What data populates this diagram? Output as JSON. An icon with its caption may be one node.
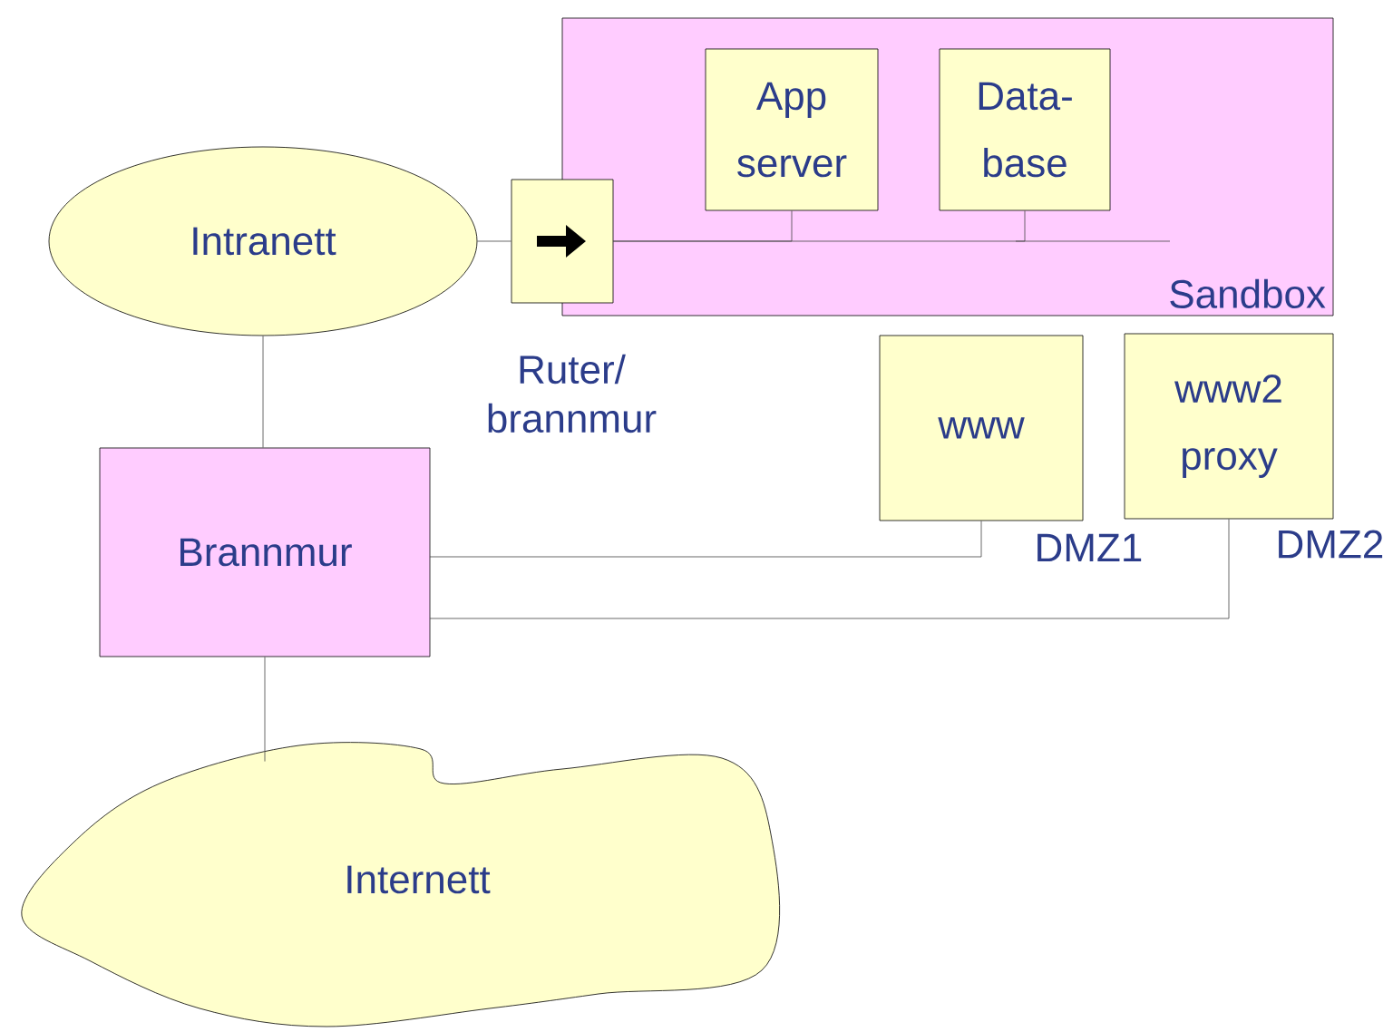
{
  "diagram": {
    "nodes": [
      {
        "text": [
          "Sandbox"
        ]
      },
      {
        "text": [
          "App server"
        ],
        "in": 0
      },
      {
        "text": [
          "Data- base"
        ],
        "in": 0
      },
      {
        "text": [],
        "shape": "box"
      },
      {
        "text": [
          "Intranett"
        ]
      },
      {
        "text": [
          "Brannmur"
        ]
      },
      {
        "text": [
          "www"
        ],
        "beside": [
          "DMZ1"
        ]
      },
      {
        "text": [
          "www2 proxy"
        ],
        "beside": [
          "DMZ2"
        ]
      },
      {
        "text": [
          "Internett"
        ]
      }
    ],
    "edges": [
      {
        "from": 4,
        "to": 3,
        "arrow": "none"
      },
      {
        "from": 3,
        "to": 1,
        "arrow": "none"
      },
      {
        "from": 3,
        "to": 2,
        "arrow": "none"
      },
      {
        "from": 4,
        "to": 5,
        "arrow": "none"
      },
      {
        "from": 5,
        "to": 6,
        "arrow": "none"
      },
      {
        "from": 5,
        "to": 7,
        "arrow": "none"
      },
      {
        "from": 5,
        "to": 8,
        "arrow": "none"
      }
    ],
    "labels": [
      "Ruter/ brannmur"
    ]
  }
}
